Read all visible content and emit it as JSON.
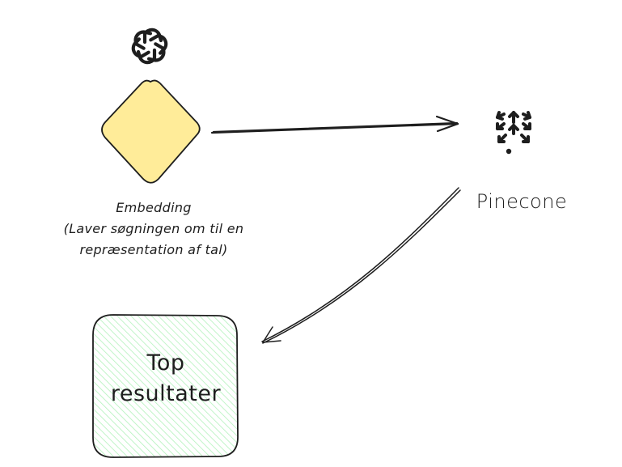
{
  "nodes": {
    "embedding": {
      "line1": "Embedding",
      "line2": "(Laver søgningen om til en",
      "line3": "repræsentation af tal)",
      "fill": "#ffec99",
      "icon": "openai-logo-icon"
    },
    "pinecone": {
      "label": "Pinecone",
      "icon": "pinecone-logo-icon"
    },
    "results": {
      "line1": "Top",
      "line2": "resultater",
      "fill": "#b2f2bb"
    }
  },
  "colors": {
    "stroke": "#1e1e1e",
    "background": "#ffffff"
  }
}
